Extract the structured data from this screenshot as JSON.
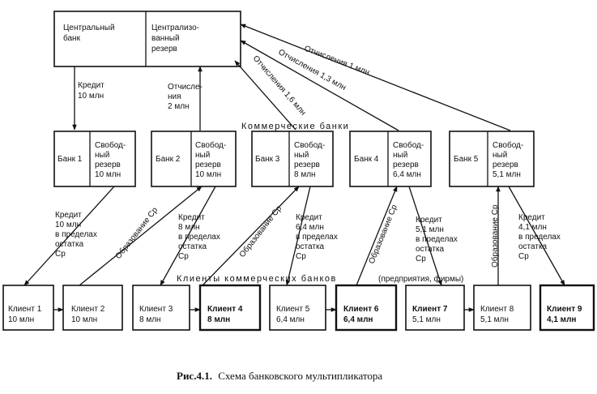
{
  "central_bank": {
    "left": [
      "Центральный",
      "банк"
    ],
    "right": [
      "Централизо-",
      "ванный",
      "резерв"
    ]
  },
  "credit_to_bank1": [
    "Кредит",
    "10 млн"
  ],
  "deduction_bank2": [
    "Отчисле-",
    "ния",
    "2 млн"
  ],
  "deduction_bank3": "Отчисления 1,6 млн",
  "deduction_bank4": "Отчисления 1,3 млн",
  "deduction_bank5": "Отчисления 1 млн",
  "commercial_banks_label": "Коммерческие банки",
  "banks": [
    {
      "name": "Банк 1",
      "reserve": [
        "Свобод-",
        "ный",
        "резерв",
        "10 млн"
      ]
    },
    {
      "name": "Банк 2",
      "reserve": [
        "Свобод-",
        "ный",
        "резерв",
        "10 млн"
      ]
    },
    {
      "name": "Банк 3",
      "reserve": [
        "Свобод-",
        "ный",
        "резерв",
        "8 млн"
      ]
    },
    {
      "name": "Банк 4",
      "reserve": [
        "Свобод-",
        "ный",
        "резерв",
        "6,4 млн"
      ]
    },
    {
      "name": "Банк 5",
      "reserve": [
        "Свобод-",
        "ный",
        "резерв",
        "5,1 млн"
      ]
    }
  ],
  "credit_labels": [
    [
      "Кредит",
      "10 млн",
      "в пределах",
      "остатка",
      "Сp"
    ],
    [
      "Кредит",
      "8 млн",
      "в пределах",
      "остатка",
      "Сp"
    ],
    [
      "Кредит",
      "6,4 млн",
      "в пределах",
      "остатка",
      "Сp"
    ],
    [
      "Кредит",
      "5,1 млн",
      "в пределах",
      "остатка",
      "Сp"
    ],
    [
      "Кредит",
      "4,1 млн",
      "в пределах",
      "остатка",
      "Сp"
    ]
  ],
  "formation_label": "Образование Сp",
  "clients_label": "Клиенты коммерческих банков",
  "clients_note": "(предприятия, фирмы)",
  "clients": [
    {
      "name": "Клиент 1",
      "amount": "10 млн"
    },
    {
      "name": "Клиент 2",
      "amount": "10 млн"
    },
    {
      "name": "Клиент 3",
      "amount": "8 млн"
    },
    {
      "name": "Клиент 4",
      "amount": "8 млн"
    },
    {
      "name": "Клиент 5",
      "amount": "6,4 млн"
    },
    {
      "name": "Клиент 6",
      "amount": "6,4 млн"
    },
    {
      "name": "Клиент 7",
      "amount": "5,1 млн"
    },
    {
      "name": "Клиент 8",
      "amount": "5,1 млн"
    },
    {
      "name": "Клиент 9",
      "amount": "4,1 млн"
    }
  ],
  "caption_prefix": "Рис.4.1.",
  "caption_text": "Схема банковского мультипликатора"
}
